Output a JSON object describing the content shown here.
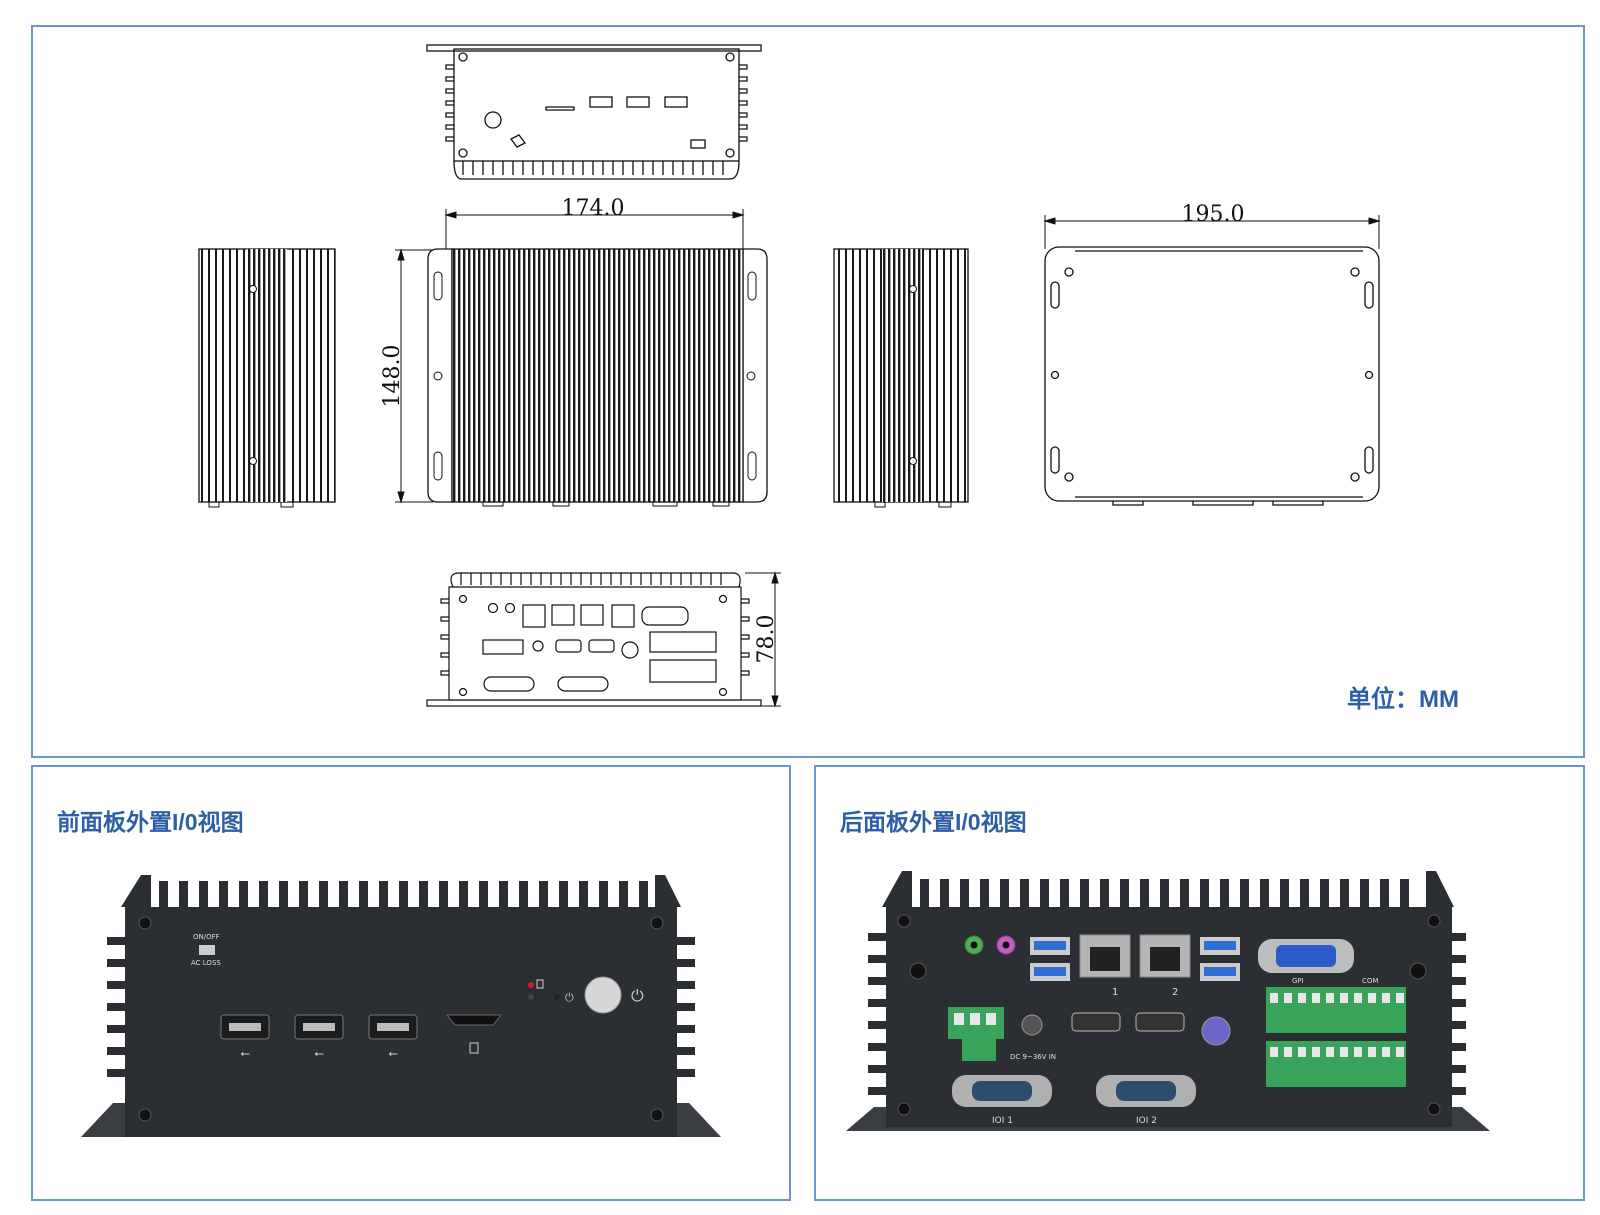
{
  "drawing": {
    "dim_width": "174.0",
    "dim_height": "148.0",
    "dim_depth": "78.0",
    "dim_length": "195.0",
    "unit_label": "单位：MM"
  },
  "front_panel": {
    "title": "前面板外置I/0视图",
    "switch_label_top": "ON/OFF",
    "switch_label_bottom": "AC LOSS"
  },
  "rear_panel": {
    "title": "后面板外置I/0视图",
    "lan1_label": "1",
    "lan2_label": "2",
    "dc_label": "DC 9~36V IN",
    "com1_label": "IOI 1",
    "com2_label": "IOI 2",
    "gpio_label": "GPI",
    "com_label": "COM"
  },
  "colors": {
    "border": "#6d96cf",
    "title": "#2d5fa8",
    "chassis": "#2b2e32",
    "terminal_green": "#3aa35a",
    "usb_blue": "#2f6fd1",
    "vga_blue": "#2a5bc8"
  }
}
